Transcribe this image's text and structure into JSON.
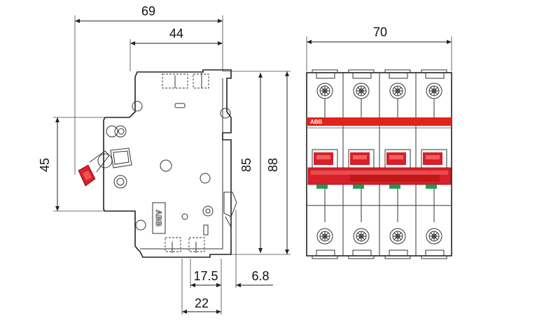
{
  "dimensions": {
    "side_total_width": "69",
    "side_body_width": "44",
    "side_toggle_height": "45",
    "side_height_85": "85",
    "side_height_88": "88",
    "rail_offset": "17.5",
    "toggle_offset": "6.8",
    "rail_width": "22",
    "front_width": "70"
  },
  "logos": {
    "brand": "ABB"
  },
  "colors": {
    "accent_red": "#e2231a",
    "toggle_red": "#d8202a",
    "indicator_green": "#1f9a55",
    "line": "#222222"
  }
}
